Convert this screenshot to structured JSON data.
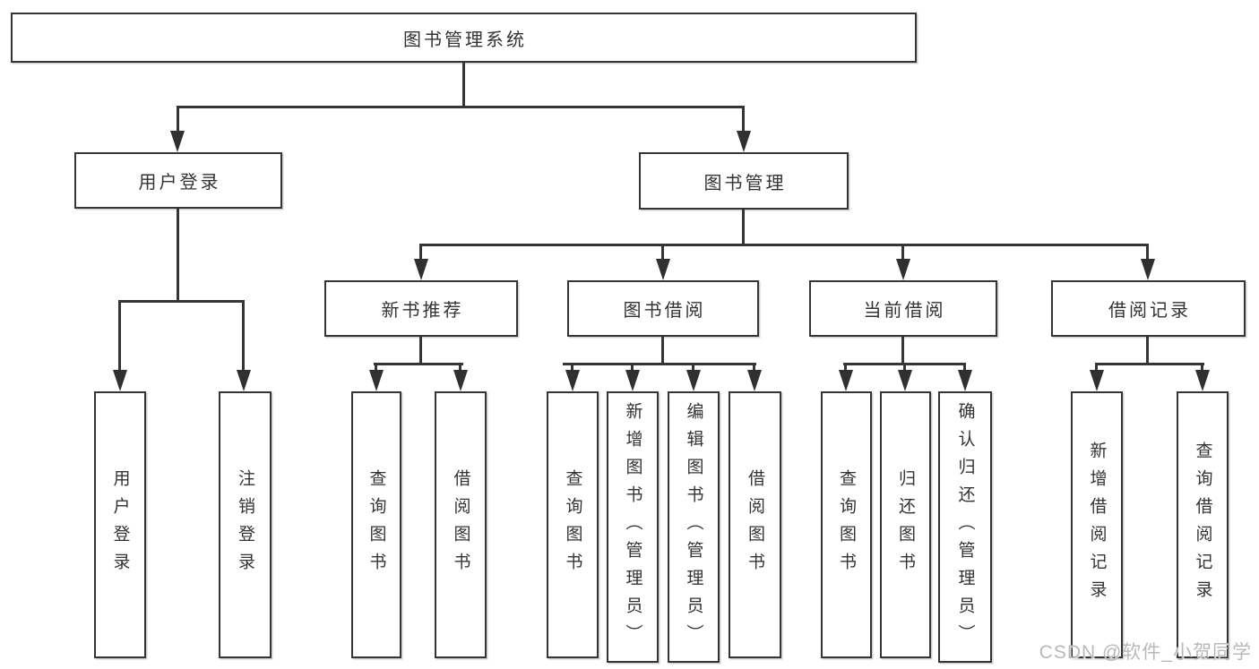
{
  "diagram": {
    "title": "图书管理系统",
    "tree": {
      "root": "图书管理系统",
      "branches": [
        {
          "label": "用户登录",
          "leaves": [
            "用户登录",
            "注销登录"
          ]
        },
        {
          "label": "图书管理",
          "groups": [
            {
              "label": "新书推荐",
              "leaves": [
                "查询图书",
                "借阅图书"
              ]
            },
            {
              "label": "图书借阅",
              "leaves": [
                "查询图书",
                "新增图书（管理员）",
                "编辑图书（管理员）",
                "借阅图书"
              ]
            },
            {
              "label": "当前借阅",
              "leaves": [
                "查询图书",
                "归还图书",
                "确认归还（管理员）"
              ]
            },
            {
              "label": "借阅记录",
              "leaves": [
                "新增借阅记录",
                "查询借阅记录"
              ]
            }
          ]
        }
      ]
    },
    "watermark": "CSDN @软件_小贺同学",
    "colors": {
      "line": "#353535",
      "text": "#333333",
      "background": "#ffffff",
      "watermark": "#b9b9b9"
    }
  }
}
